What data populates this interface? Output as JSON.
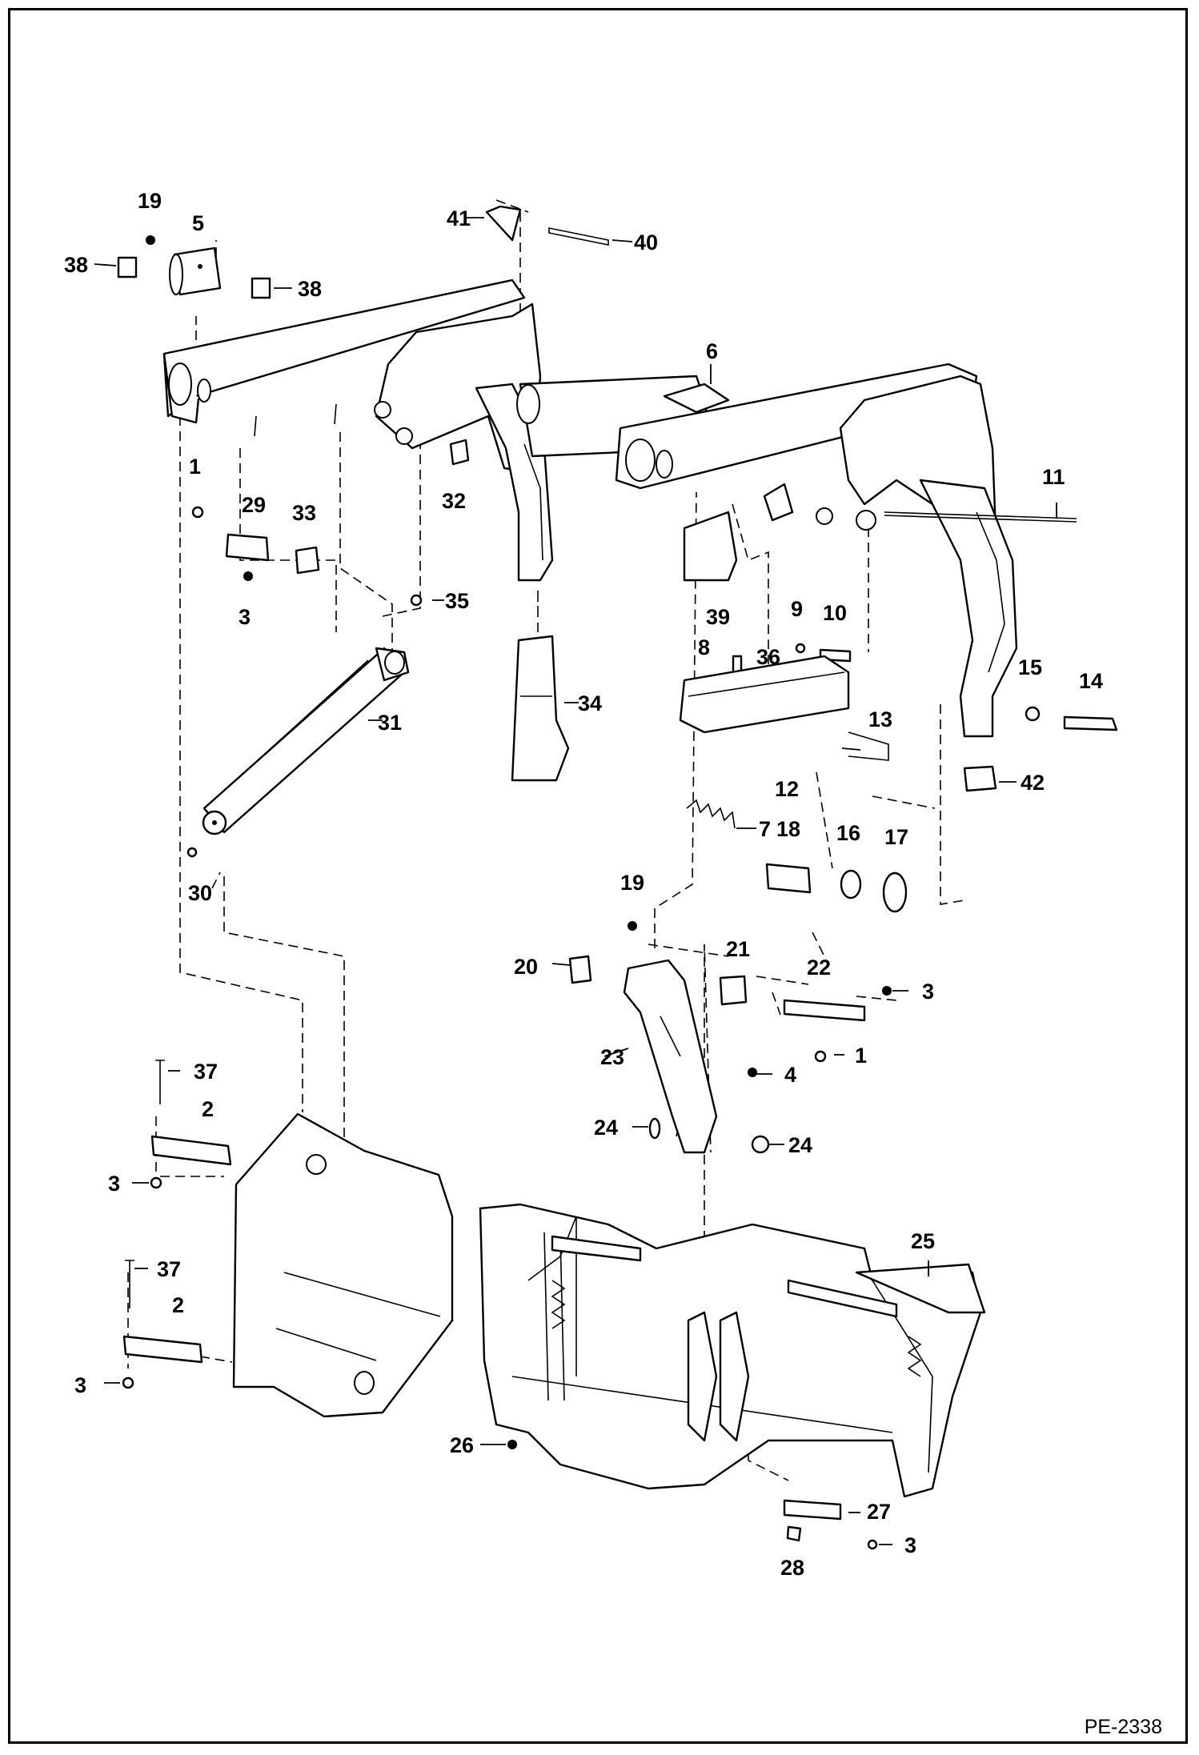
{
  "drawing_code": "PE-2338",
  "callouts": [
    {
      "label": "19"
    },
    {
      "label": "5"
    },
    {
      "label": "38"
    },
    {
      "label": "38"
    },
    {
      "label": "41"
    },
    {
      "label": "40"
    },
    {
      "label": "6"
    },
    {
      "label": "1"
    },
    {
      "label": "29"
    },
    {
      "label": "33"
    },
    {
      "label": "32"
    },
    {
      "label": "3"
    },
    {
      "label": "35"
    },
    {
      "label": "31"
    },
    {
      "label": "30"
    },
    {
      "label": "34"
    },
    {
      "label": "11"
    },
    {
      "label": "9"
    },
    {
      "label": "10"
    },
    {
      "label": "39"
    },
    {
      "label": "8"
    },
    {
      "label": "36"
    },
    {
      "label": "13"
    },
    {
      "label": "12"
    },
    {
      "label": "7"
    },
    {
      "label": "15"
    },
    {
      "label": "14"
    },
    {
      "label": "42"
    },
    {
      "label": "18"
    },
    {
      "label": "16"
    },
    {
      "label": "17"
    },
    {
      "label": "19"
    },
    {
      "label": "20"
    },
    {
      "label": "21"
    },
    {
      "label": "22"
    },
    {
      "label": "3"
    },
    {
      "label": "1"
    },
    {
      "label": "23"
    },
    {
      "label": "4"
    },
    {
      "label": "24"
    },
    {
      "label": "24"
    },
    {
      "label": "37"
    },
    {
      "label": "2"
    },
    {
      "label": "3"
    },
    {
      "label": "37"
    },
    {
      "label": "2"
    },
    {
      "label": "3"
    },
    {
      "label": "25"
    },
    {
      "label": "26"
    },
    {
      "label": "27"
    },
    {
      "label": "3"
    },
    {
      "label": "28"
    }
  ]
}
